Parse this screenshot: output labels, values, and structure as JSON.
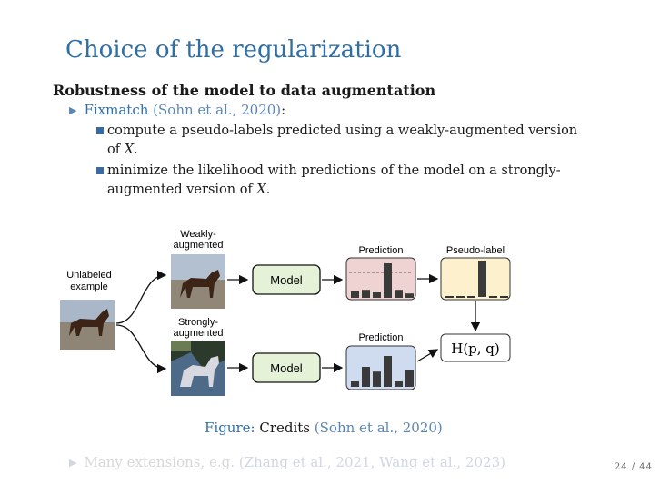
{
  "slide": {
    "title": "Choice of the regularization",
    "section_heading": "Robustness of the model to data augmentation",
    "bullet1": {
      "term": "Fixmatch",
      "citation": "(Sohn et al., 2020)",
      "colon": ":"
    },
    "sub1": {
      "text_a": "compute a pseudo-labels predicted using a weakly-augmented version of ",
      "var": "X",
      "text_b": "."
    },
    "sub2": {
      "text_a": "minimize the likelihood with predictions of the model on a strongly-augmented version of ",
      "var": "X",
      "text_b": "."
    },
    "figure": {
      "unlabeled_line1": "Unlabeled",
      "unlabeled_line2": "example",
      "weak_line1": "Weakly-",
      "weak_line2": "augmented",
      "strong_line1": "Strongly-",
      "strong_line2": "augmented",
      "model_top": "Model",
      "model_bottom": "Model",
      "prediction_top": "Prediction",
      "prediction_bottom": "Prediction",
      "pseudo_label": "Pseudo-label",
      "loss": "H(p, q)",
      "pred_top_bars": [
        0.18,
        0.22,
        0.15,
        0.95,
        0.22,
        0.12
      ],
      "pred_bottom_bars": [
        0.15,
        0.55,
        0.42,
        0.85,
        0.15,
        0.45
      ],
      "pseudo_bars": [
        0,
        0,
        0,
        1,
        0,
        0
      ]
    },
    "caption": {
      "label": "Figure:",
      "text": "Credits",
      "citation": "(Sohn et al., 2020)"
    },
    "bullet2": {
      "text": "Many extensions, e.g.",
      "citation": "(Zhang et al., 2021, Wang et al., 2023)"
    },
    "page_number": "24 / 44"
  }
}
